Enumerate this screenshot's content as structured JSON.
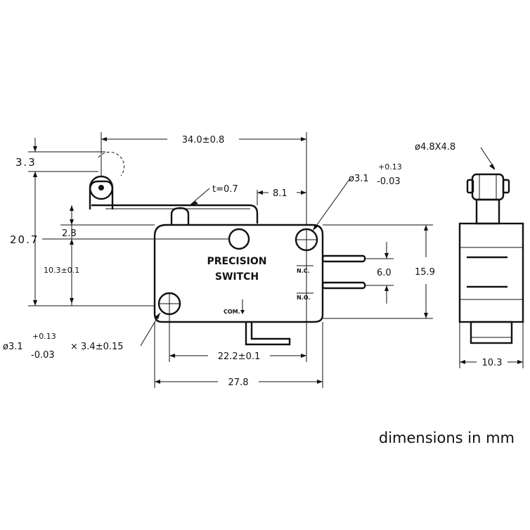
{
  "diagram": {
    "brand_line1": "PRECISION",
    "brand_line2": "SWITCH",
    "terminal_nc": "N.C.",
    "terminal_no": "N.O.",
    "terminal_com": "COM.",
    "dim_overall_length": "34.0±0.8",
    "dim_roller_offset": "3.3",
    "dim_lever_thickness": "t=0.7",
    "dim_lever_tip": "8.1",
    "dim_hole_right_main": "ø3.1",
    "dim_hole_right_tol_plus": "+0.13",
    "dim_hole_right_tol_minus": "-0.03",
    "dim_height_total": "20.7",
    "dim_plunger": "2.8",
    "dim_hole_height": "10.3±0.1",
    "dim_terminal_pitch": "6.0",
    "dim_body_height": "15.9",
    "dim_hole_left_main": "ø3.1",
    "dim_hole_left_tol_plus": "+0.13",
    "dim_hole_left_tol_minus": "-0.03",
    "dim_hole_left_depth": "× 3.4±0.15",
    "dim_hole_spacing": "22.2±0.1",
    "dim_body_length": "27.8",
    "dim_roller_size": "ø4.8X4.8",
    "dim_side_width": "10.3",
    "units_note": "dimensions in mm"
  }
}
